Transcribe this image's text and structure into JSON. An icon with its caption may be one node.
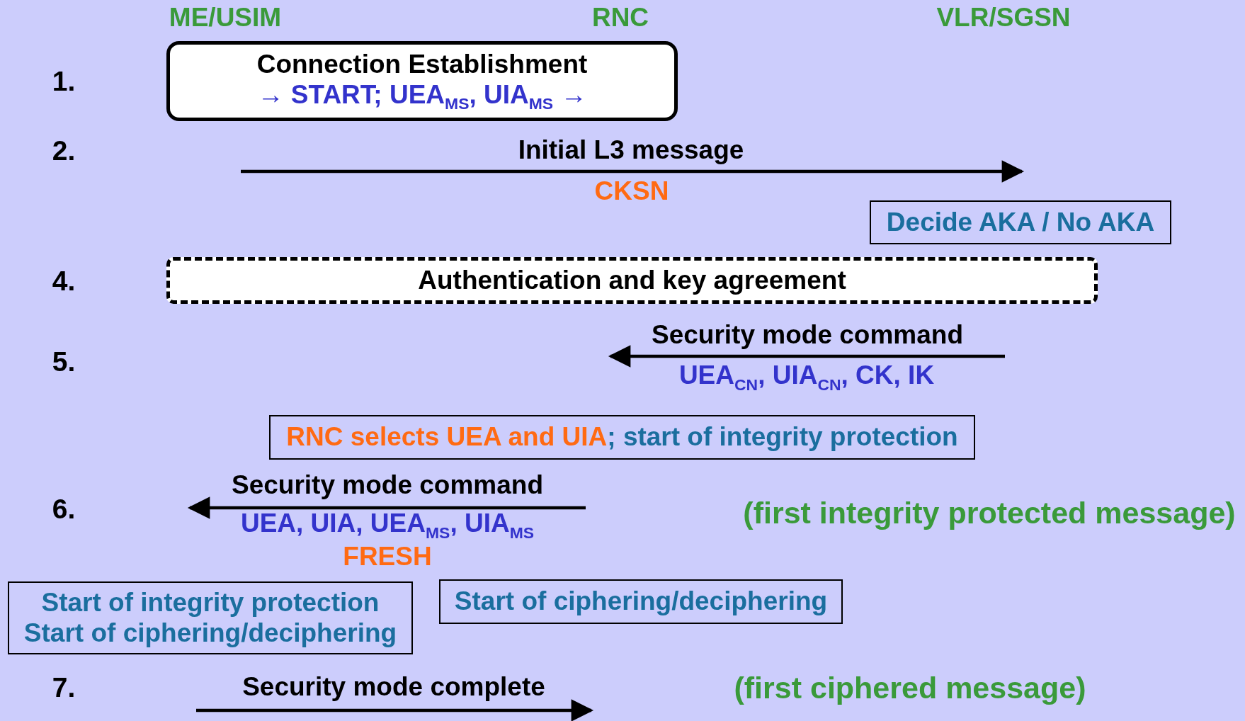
{
  "diagram": {
    "nodes": [
      {
        "text": [
          "Connection Establishment",
          "→ START; UEA$_{MS}$, UIA$_{MS}$ →"
        ]
      },
      {
        "text": [
          "Decide AKA / No AKA"
        ]
      },
      {
        "text": [
          "Authentication and key agreement"
        ]
      },
      {
        "text": [
          "RNC selects UEA and UIA",
          "; start of integrity protection"
        ]
      },
      {
        "text": [
          "Start of integrity protection",
          "Start of ciphering/deciphering"
        ]
      },
      {
        "text": [
          "Start of ciphering/deciphering"
        ]
      }
    ],
    "labels": [
      "ME/USIM",
      "RNC",
      "VLR/SGSN",
      "1.",
      "2.",
      "Initial L3 message",
      "CKSN",
      "4.",
      "Security mode command",
      "5.",
      "UEA$_{CN}$, UIA$_{CN}$, CK, IK",
      "Security mode command",
      "6.",
      "(first integrity protected message)",
      "UEA, UIA, UEA$_{MS}$, UIA$_{MS}$",
      "FRESH",
      "Security mode complete",
      "7.",
      "(first ciphered message)"
    ]
  }
}
